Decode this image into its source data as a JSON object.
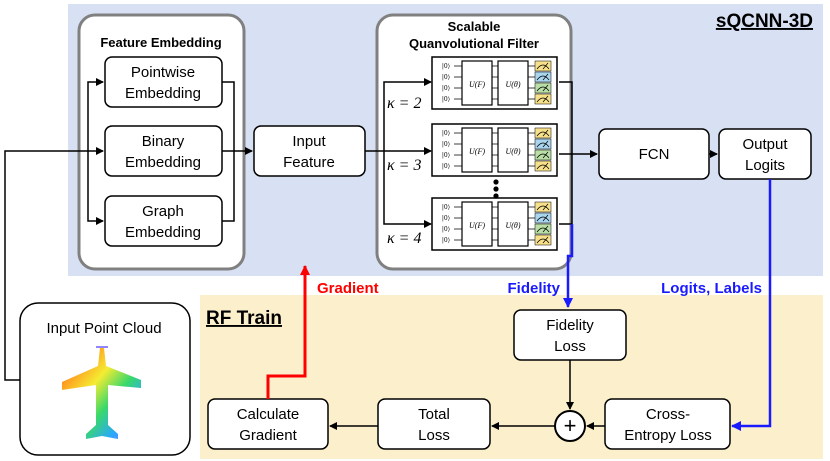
{
  "panels": {
    "model_title": "sQCNN-3D",
    "train_title": "RF Train"
  },
  "feature_embedding": {
    "title": "Feature Embedding",
    "pointwise": [
      "Pointwise",
      "Embedding"
    ],
    "binary": [
      "Binary",
      "Embedding"
    ],
    "graph": [
      "Graph",
      "Embedding"
    ]
  },
  "input_feature": [
    "Input",
    "Feature"
  ],
  "filter": {
    "title": [
      "Scalable",
      "Quanvolutional Filter"
    ],
    "kappa_labels": [
      "κ = 2",
      "κ = 3",
      "κ = 4"
    ],
    "ket": "|0⟩",
    "gate_f": "U(F)",
    "gate_theta": "U(θ)",
    "meter_colors": [
      "#f7e08a",
      "#a9d5ee",
      "#b9dfa7"
    ]
  },
  "fcn": "FCN",
  "output_logits": [
    "Output",
    "Logits"
  ],
  "input_point_cloud": "Input Point Cloud",
  "train": {
    "fidelity_loss": [
      "Fidelity",
      "Loss"
    ],
    "cross_entropy_loss": [
      "Cross-",
      "Entropy Loss"
    ],
    "total_loss": [
      "Total",
      "Loss"
    ],
    "calculate_gradient": [
      "Calculate",
      "Gradient"
    ],
    "plus": "+"
  },
  "edge_labels": {
    "gradient": "Gradient",
    "fidelity": "Fidelity",
    "logits_labels": "Logits, Labels"
  },
  "colors": {
    "model_panel": "#d7e1f3",
    "train_panel": "#fcf0cc",
    "gradient_arrow": "#ff0000",
    "blue_arrow": "#1a1aff"
  }
}
